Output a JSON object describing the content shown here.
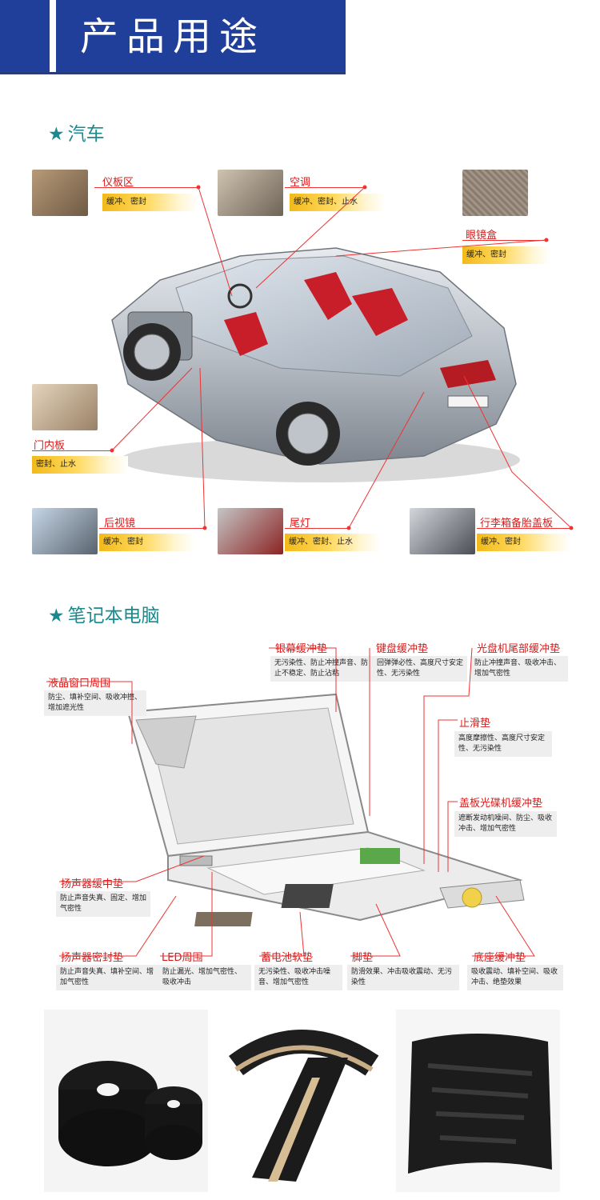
{
  "header": {
    "title": "产品用途"
  },
  "sections": {
    "car": "汽车",
    "laptop": "笔记本电脑",
    "star": "★"
  },
  "car": {
    "dashboard": {
      "label": "仪板区",
      "desc": "缓冲、密封"
    },
    "ac": {
      "label": "空调",
      "desc": "缓冲、密封、止水"
    },
    "glasses": {
      "label": "眼镜盒",
      "desc": "缓冲、密封"
    },
    "door": {
      "label": "门内板",
      "desc": "密封、止水"
    },
    "mirror": {
      "label": "后视镜",
      "desc": "缓冲、密封"
    },
    "taillight": {
      "label": "尾灯",
      "desc": "缓冲、密封、止水"
    },
    "trunk": {
      "label": "行李箱备胎盖板",
      "desc": "缓冲、密封"
    }
  },
  "laptop": {
    "screen_buffer": {
      "label": "银幕缓冲垫",
      "desc": "无污染性、防止冲撞声音、防止不稳定、防止沾粘"
    },
    "keyboard": {
      "label": "键盘缓冲垫",
      "desc": "回弹弹必性、高度尺寸安定性、无污染性"
    },
    "optical_tail": {
      "label": "光盘机尾部缓冲垫",
      "desc": "防止冲撞声音、吸收冲击、增加气密性"
    },
    "lcd_window": {
      "label": "液晶窗口周围",
      "desc": "防尘、填补空间、吸收冲撞、增加遮光性"
    },
    "antislip": {
      "label": "止滑垫",
      "desc": "高度摩擦性、高度尺寸安定性、无污染性"
    },
    "cover_optical": {
      "label": "盖板光碟机缓冲垫",
      "desc": "遮断发动机噪间、防尘、吸收冲击、增加气密性"
    },
    "speaker_buffer": {
      "label": "扬声器缓中垫",
      "desc": "防止声音失真、固定、增加气密性"
    },
    "speaker_seal": {
      "label": "扬声器密封垫",
      "desc": "防止声音失真、填补空间、增加气密性"
    },
    "led": {
      "label": "LED周围",
      "desc": "防止漏光、增加气密性、吸收冲击"
    },
    "battery": {
      "label": "蓄电池软垫",
      "desc": "无污染性、吸收冲击噪音、增加气密性"
    },
    "foot": {
      "label": "脚垫",
      "desc": "防滑效果、冲击吸收震动、无污染性"
    },
    "base": {
      "label": "底座缓冲垫",
      "desc": "吸收震动、填补空间、吸收冲击、绝垫效果"
    }
  }
}
